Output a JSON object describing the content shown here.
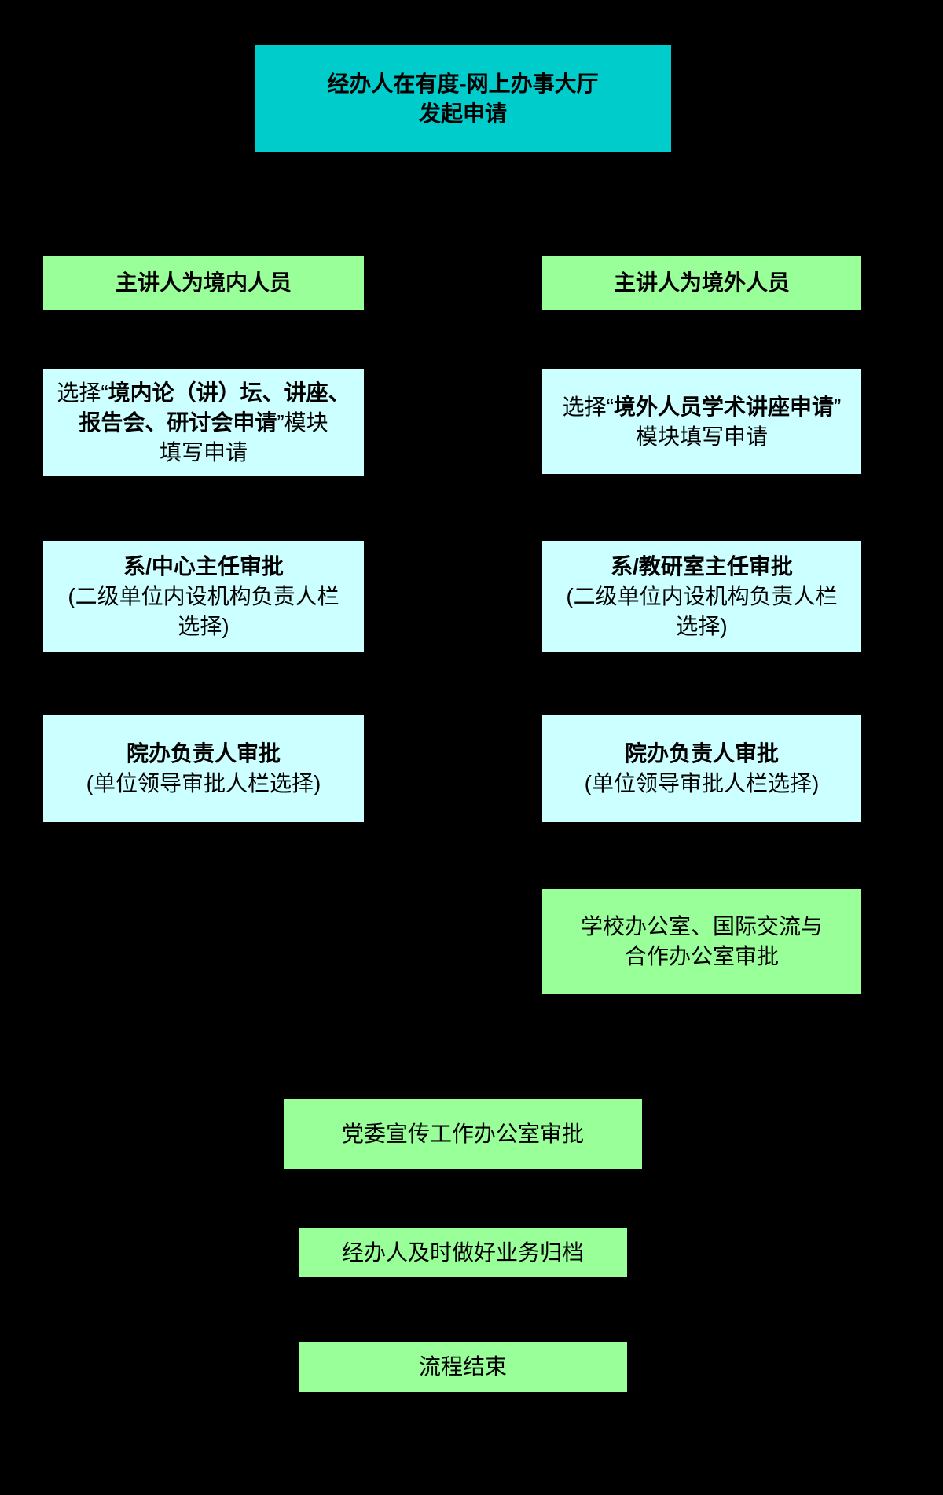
{
  "colors": {
    "background": "#000000",
    "start_box": "#00CCCC",
    "green_box": "#99FF99",
    "blue_box": "#CCFFFF",
    "text": "#000000"
  },
  "flow": {
    "start": {
      "lines": [
        [
          {
            "t": "经办人在有度-网上办事大厅",
            "b": 1
          }
        ],
        [
          {
            "t": "发起申请",
            "b": 1
          }
        ]
      ]
    },
    "left_branch": {
      "header": {
        "lines": [
          [
            {
              "t": "主讲人为境内人员",
              "b": 1
            }
          ]
        ]
      },
      "select_module": {
        "lines": [
          [
            {
              "t": "选择“",
              "b": 0
            },
            {
              "t": "境内论（讲）坛、讲座、",
              "b": 1
            }
          ],
          [
            {
              "t": "报告会、研讨会申请",
              "b": 1
            },
            {
              "t": "”模块",
              "b": 0
            }
          ],
          [
            {
              "t": "填写申请",
              "b": 0
            }
          ]
        ]
      },
      "director_approval": {
        "lines": [
          [
            {
              "t": "系/中心主任审批",
              "b": 1
            }
          ],
          [
            {
              "t": "(二级单位内设机构负责人栏",
              "b": 0
            }
          ],
          [
            {
              "t": "选择)",
              "b": 0
            }
          ]
        ]
      },
      "office_head_approval": {
        "lines": [
          [
            {
              "t": "院办负责人审批",
              "b": 1
            }
          ],
          [
            {
              "t": "(单位领导审批人栏选择)",
              "b": 0
            }
          ]
        ]
      }
    },
    "right_branch": {
      "header": {
        "lines": [
          [
            {
              "t": "主讲人为境外人员",
              "b": 1
            }
          ]
        ]
      },
      "select_module": {
        "lines": [
          [
            {
              "t": "选择“",
              "b": 0
            },
            {
              "t": "境外人员学术讲座申请",
              "b": 1
            },
            {
              "t": "”",
              "b": 0
            }
          ],
          [
            {
              "t": "模块填写申请",
              "b": 0
            }
          ]
        ]
      },
      "director_approval": {
        "lines": [
          [
            {
              "t": "系/教研室主任审批",
              "b": 1
            }
          ],
          [
            {
              "t": "(二级单位内设机构负责人栏",
              "b": 0
            }
          ],
          [
            {
              "t": "选择)",
              "b": 0
            }
          ]
        ]
      },
      "office_head_approval": {
        "lines": [
          [
            {
              "t": "院办负责人审批",
              "b": 1
            }
          ],
          [
            {
              "t": "(单位领导审批人栏选择)",
              "b": 0
            }
          ]
        ]
      },
      "intl_office_approval": {
        "lines": [
          [
            {
              "t": "学校办公室、国际交流与",
              "b": 0
            }
          ],
          [
            {
              "t": "合作办公室审批",
              "b": 0
            }
          ]
        ]
      }
    },
    "merged": {
      "propaganda_approval": "党委宣传工作办公室审批",
      "archive": "经办人及时做好业务归档",
      "end": "流程结束"
    }
  }
}
